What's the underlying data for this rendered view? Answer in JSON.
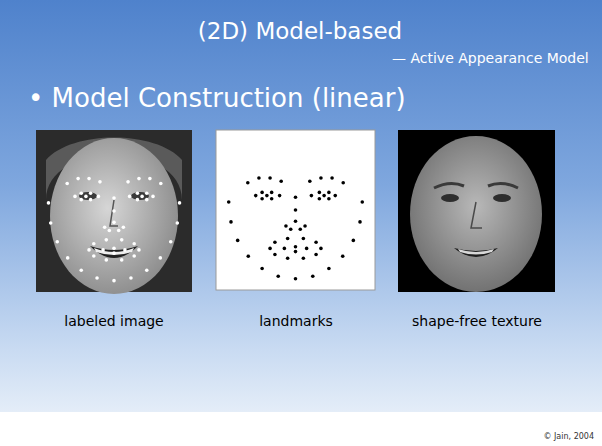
{
  "diagram": {
    "title": "(2D) Model-based",
    "labels": [
      "— Active Appearance Model",
      "• Model Construction (linear)",
      "labeled image",
      "landmarks",
      "shape-free texture",
      "© Jain, 2004"
    ]
  }
}
